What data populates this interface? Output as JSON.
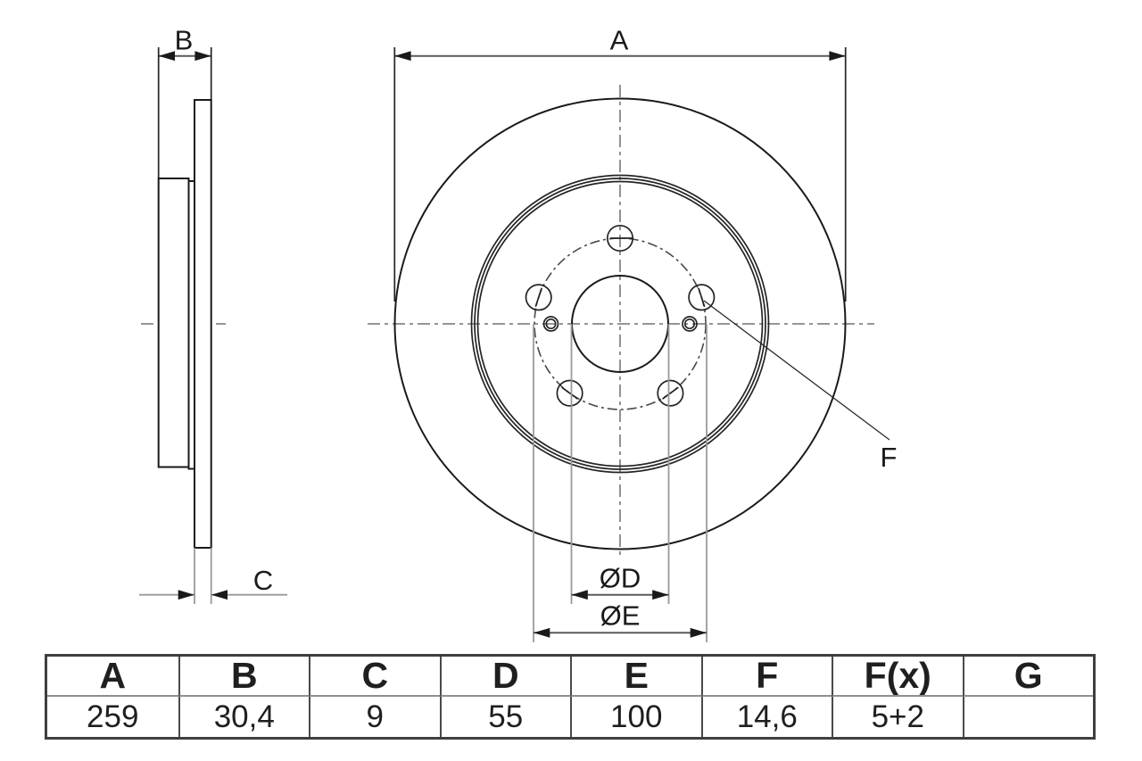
{
  "drawing": {
    "dim_a_label": "A",
    "dim_b_label": "B",
    "dim_c_label": "C",
    "dim_f_label": "F",
    "dim_d_label": "ØD",
    "dim_e_label": "ØE"
  },
  "table": {
    "headers": [
      "A",
      "B",
      "C",
      "D",
      "E",
      "F",
      "F(x)",
      "G"
    ],
    "values": [
      "259",
      "30,4",
      "9",
      "55",
      "100",
      "14,6",
      "5+2",
      ""
    ]
  },
  "colors": {
    "geometry_line": "#1a1a1a",
    "dimension_line": "#5a5a5a",
    "extension_line": "#9a9a9a",
    "centerline": "#868686",
    "table_border": "#3f3f3f",
    "background": "#ffffff"
  }
}
